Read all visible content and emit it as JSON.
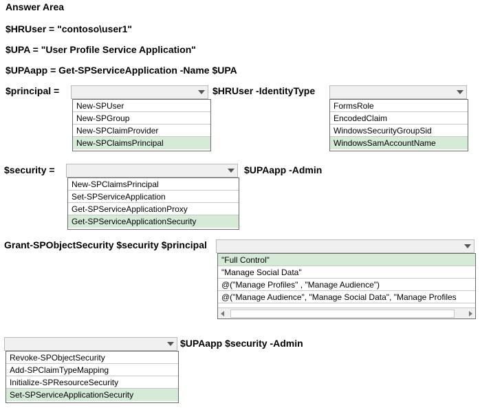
{
  "header": {
    "title": "Answer Area"
  },
  "lines": {
    "hruser": "$HRUser = \"contoso\\user1\"",
    "upa": "$UPA = \"User Profile Service Application\"",
    "upaapp": "$UPAapp = Get-SPServiceApplication -Name $UPA"
  },
  "principal": {
    "label": "$principal =",
    "after": "$HRUser -IdentityType",
    "options": [
      "New-SPUser",
      "New-SPGroup",
      "New-SPClaimProvider",
      "New-SPClaimsPrincipal"
    ],
    "selected": 3,
    "identity_options": [
      "FormsRole",
      "EncodedClaim",
      "WindowsSecurityGroupSid",
      "WindowsSamAccountName"
    ],
    "identity_selected": 3
  },
  "security": {
    "label": "$security =",
    "after": "$UPAapp -Admin",
    "options": [
      "New-SPClaimsPrincipal",
      "Set-SPServiceApplication",
      "Get-SPServiceApplicationProxy",
      "Get-SPServiceApplicationSecurity"
    ],
    "selected": 3
  },
  "grant": {
    "label": "Grant-SPObjectSecurity $security $principal",
    "options": [
      "\"Full Control\"",
      "\"Manage Social Data\"",
      "@(\"Manage Profiles\" , \"Manage Audience\")",
      "@(\"Manage Audience\", \"Manage Social Data\", \"Manage Profiles"
    ],
    "selected": 0
  },
  "final": {
    "after": "$UPAapp $security -Admin",
    "options": [
      "Revoke-SPObjectSecurity",
      "Add-SPClaimTypeMapping",
      "Initialize-SPResourceSecurity",
      "Set-SPServiceApplicationSecurity"
    ],
    "selected": 3
  },
  "colors": {
    "selected_bg": "#d5ebd7",
    "dropdown_bg": "#f0f0f0"
  }
}
